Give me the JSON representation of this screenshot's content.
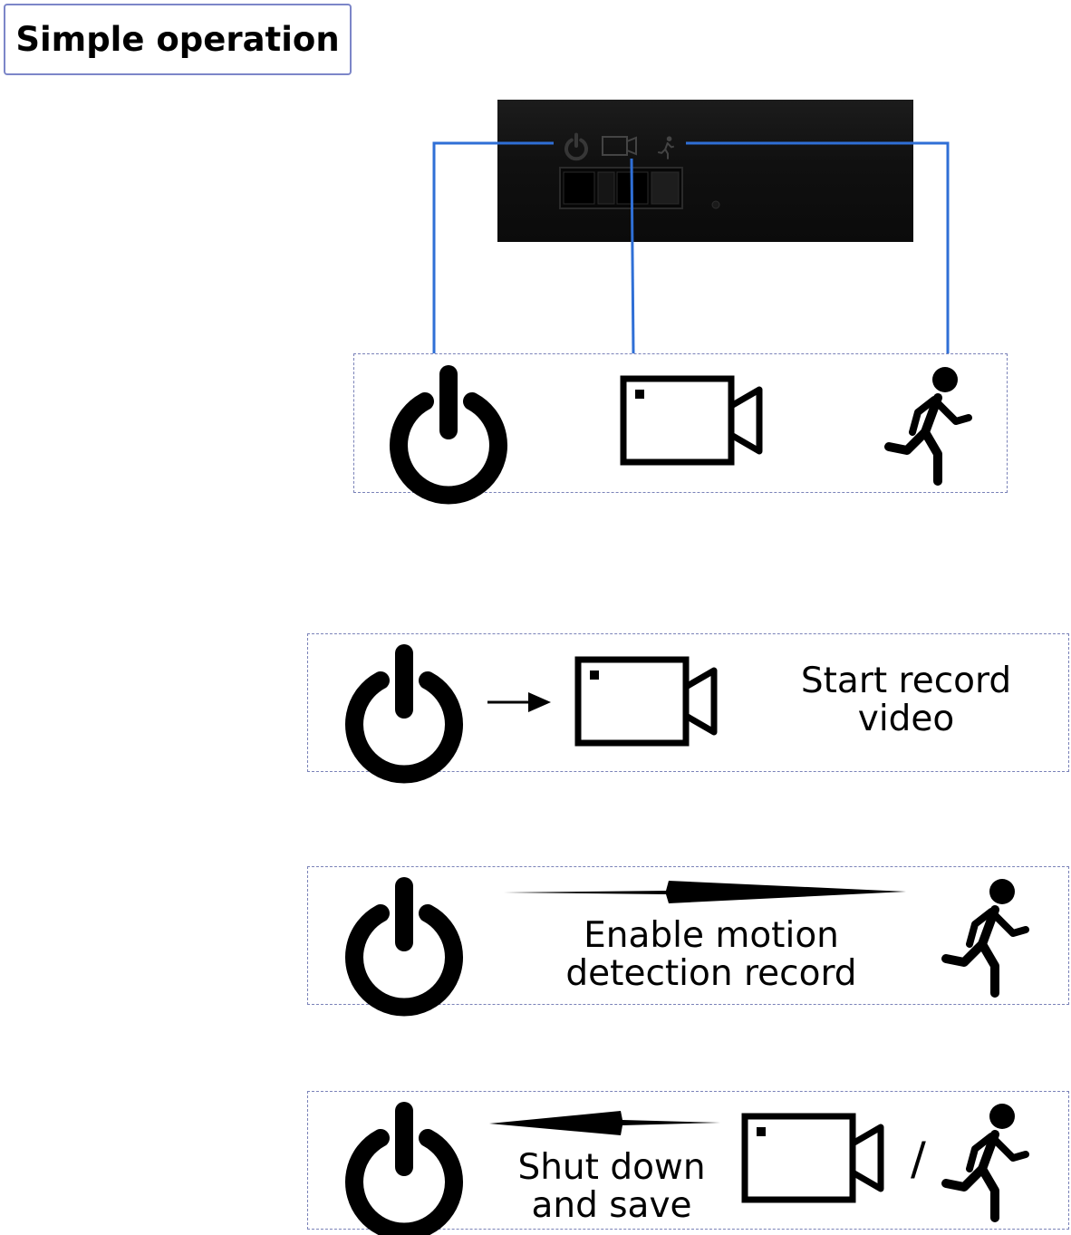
{
  "title": "Simple operation",
  "rows": [
    {
      "text": "Start record\nvideo"
    },
    {
      "text": "Enable motion\ndetection record"
    },
    {
      "text": "Shut down\nand save"
    }
  ],
  "separator": "/",
  "icons": [
    "power-icon",
    "video-camera-icon",
    "running-person-icon",
    "arrow-right-icon",
    "arrow-left-icon"
  ],
  "colors": {
    "connector": "#2f6fd6",
    "border": "#7a82b8",
    "device": "#111111"
  }
}
